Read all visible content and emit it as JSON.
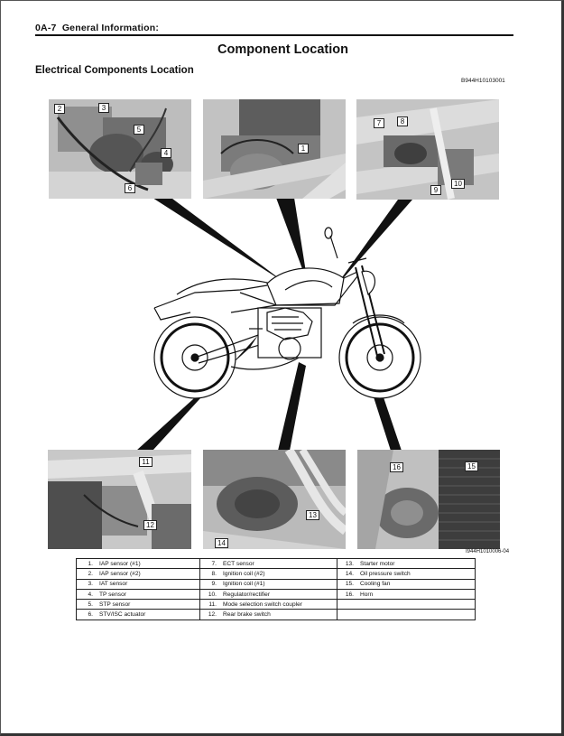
{
  "header": {
    "section": "0A-7",
    "title": "General Information:"
  },
  "page_title": "Component Location",
  "subtitle": "Electrical Components Location",
  "figure_codes": {
    "top": "B944H10103001",
    "bottom": "I944H1010006-04"
  },
  "photos": {
    "p1": {
      "callouts": [
        "2",
        "3",
        "5",
        "4",
        "6"
      ]
    },
    "p2": {
      "callouts": [
        "1"
      ]
    },
    "p3": {
      "callouts": [
        "7",
        "8",
        "9",
        "10"
      ]
    },
    "p4": {
      "callouts": [
        "11",
        "12"
      ]
    },
    "p5": {
      "callouts": [
        "13",
        "14"
      ]
    },
    "p6": {
      "callouts": [
        "16",
        "15"
      ]
    }
  },
  "legend": [
    [
      {
        "n": "1.",
        "t": "IAP sensor (#1)"
      },
      {
        "n": "7.",
        "t": "ECT sensor"
      },
      {
        "n": "13.",
        "t": "Starter motor"
      }
    ],
    [
      {
        "n": "2.",
        "t": "IAP sensor (#2)"
      },
      {
        "n": "8.",
        "t": "Ignition coil (#2)"
      },
      {
        "n": "14.",
        "t": "Oil pressure switch"
      }
    ],
    [
      {
        "n": "3.",
        "t": "IAT sensor"
      },
      {
        "n": "9.",
        "t": "Ignition coil (#1)"
      },
      {
        "n": "15.",
        "t": "Cooling fan"
      }
    ],
    [
      {
        "n": "4.",
        "t": "TP sensor"
      },
      {
        "n": "10.",
        "t": "Regulator/rectifier"
      },
      {
        "n": "16.",
        "t": "Horn"
      }
    ],
    [
      {
        "n": "5.",
        "t": "STP sensor"
      },
      {
        "n": "11.",
        "t": "Mode selection switch coupler"
      },
      {
        "n": "",
        "t": ""
      }
    ],
    [
      {
        "n": "6.",
        "t": "STV/ISC actuator"
      },
      {
        "n": "12.",
        "t": "Rear brake switch"
      },
      {
        "n": "",
        "t": ""
      }
    ]
  ]
}
